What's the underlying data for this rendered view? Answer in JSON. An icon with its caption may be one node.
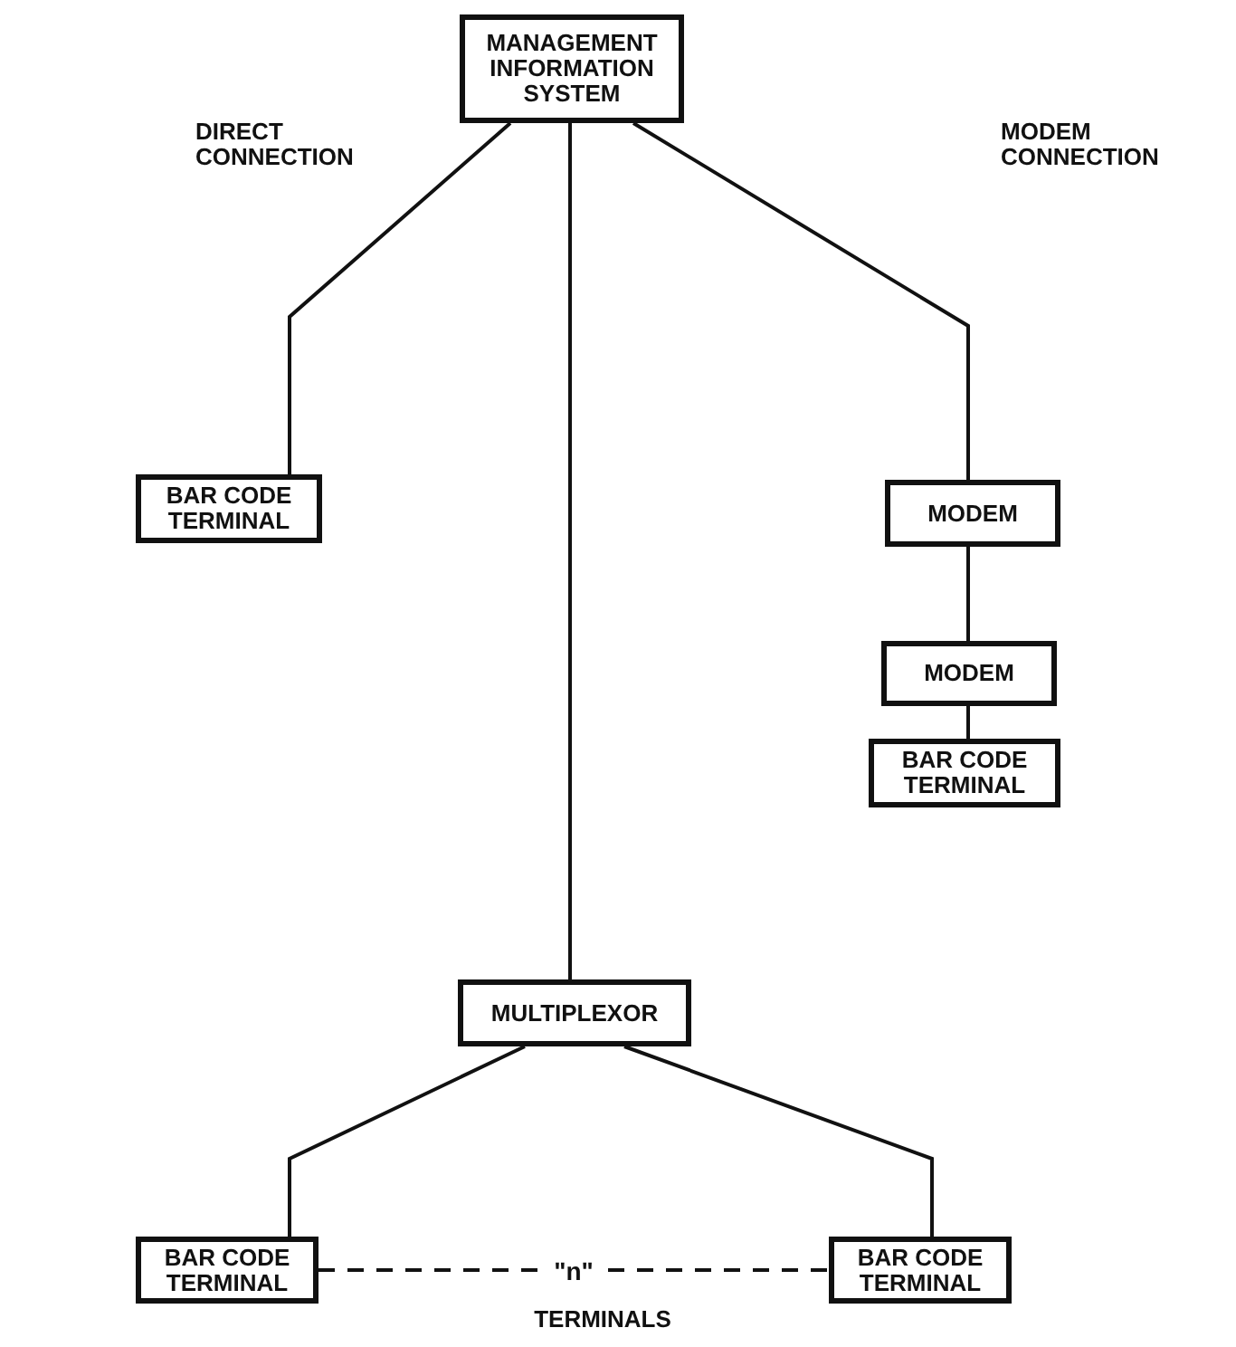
{
  "diagram": {
    "nodes": [
      {
        "text": [
          "MANAGEMENT INFORMATION SYSTEM"
        ]
      },
      {
        "text": [
          "BAR CODE TERMINAL"
        ]
      },
      {
        "text": [
          "MODEM"
        ]
      },
      {
        "text": [
          "MODEM"
        ]
      },
      {
        "text": [
          "BAR CODE TERMINAL"
        ]
      },
      {
        "text": [
          "MULTIPLEXOR"
        ]
      },
      {
        "text": [
          "BAR CODE TERMINAL"
        ]
      },
      {
        "text": [
          "BAR CODE TERMINAL"
        ]
      }
    ],
    "edges": [
      {
        "from": 0,
        "to": 1,
        "arrow": "none"
      },
      {
        "from": 0,
        "to": 5,
        "arrow": "none"
      },
      {
        "from": 0,
        "to": 2,
        "arrow": "none"
      },
      {
        "from": 2,
        "to": 3,
        "arrow": "none"
      },
      {
        "from": 3,
        "to": 4,
        "arrow": "none"
      },
      {
        "from": 5,
        "to": 6,
        "arrow": "none"
      },
      {
        "from": 5,
        "to": 7,
        "arrow": "none"
      },
      {
        "from": 6,
        "to": 7,
        "arrow": "none",
        "style": "dashed",
        "label": "\"n\""
      }
    ],
    "labels": [
      "DIRECT CONNECTION",
      "MODEM CONNECTION",
      "TERMINALS"
    ]
  }
}
